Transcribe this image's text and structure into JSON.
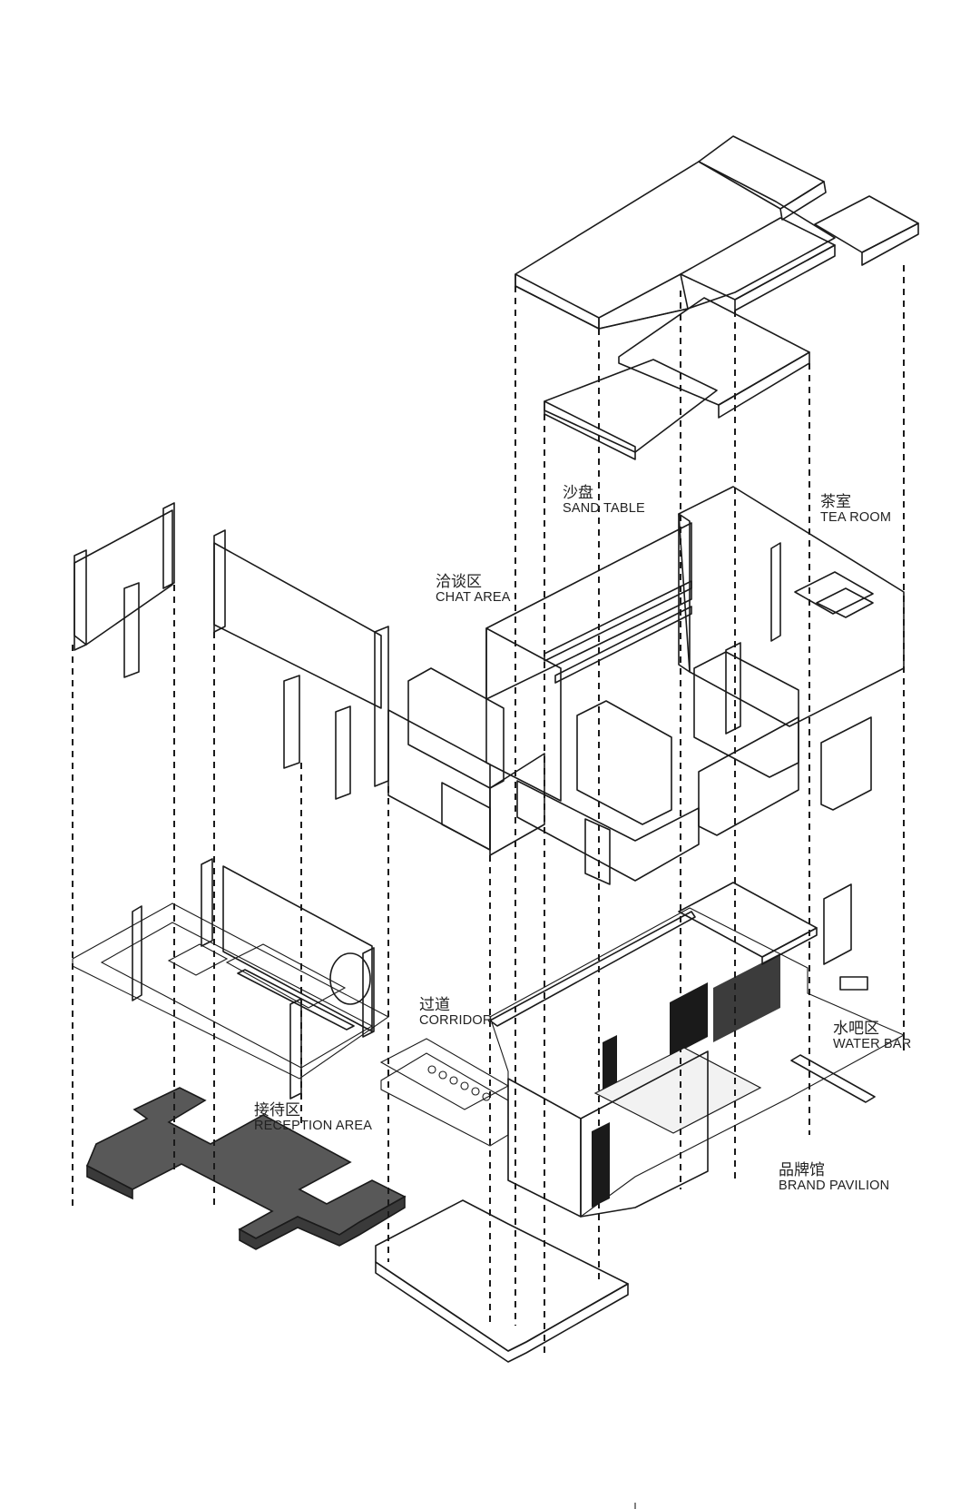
{
  "labels": {
    "sand_table": {
      "zh": "沙盘",
      "en": "SAND TABLE"
    },
    "tea_room": {
      "zh": "茶室",
      "en": "TEA ROOM"
    },
    "chat_area": {
      "zh": "洽谈区",
      "en": "CHAT AREA"
    },
    "corridor": {
      "zh": "过道",
      "en": "CORRIDOR"
    },
    "water_bar": {
      "zh": "水吧区",
      "en": "WATER BAR"
    },
    "reception_area": {
      "zh": "接待区",
      "en": "RECEPTION AREA"
    },
    "brand_pavilion": {
      "zh": "品牌馆",
      "en": "BRAND PAVILION"
    }
  },
  "colors": {
    "roof_light": "#d3d3d3",
    "roof_mid": "#b0b0b0",
    "roof_side": "#8f8f8f",
    "floor_dark": "#585858",
    "floor_dark_side": "#3a3a3a",
    "line": "#1a1a1a",
    "wall": "#ffffff"
  }
}
